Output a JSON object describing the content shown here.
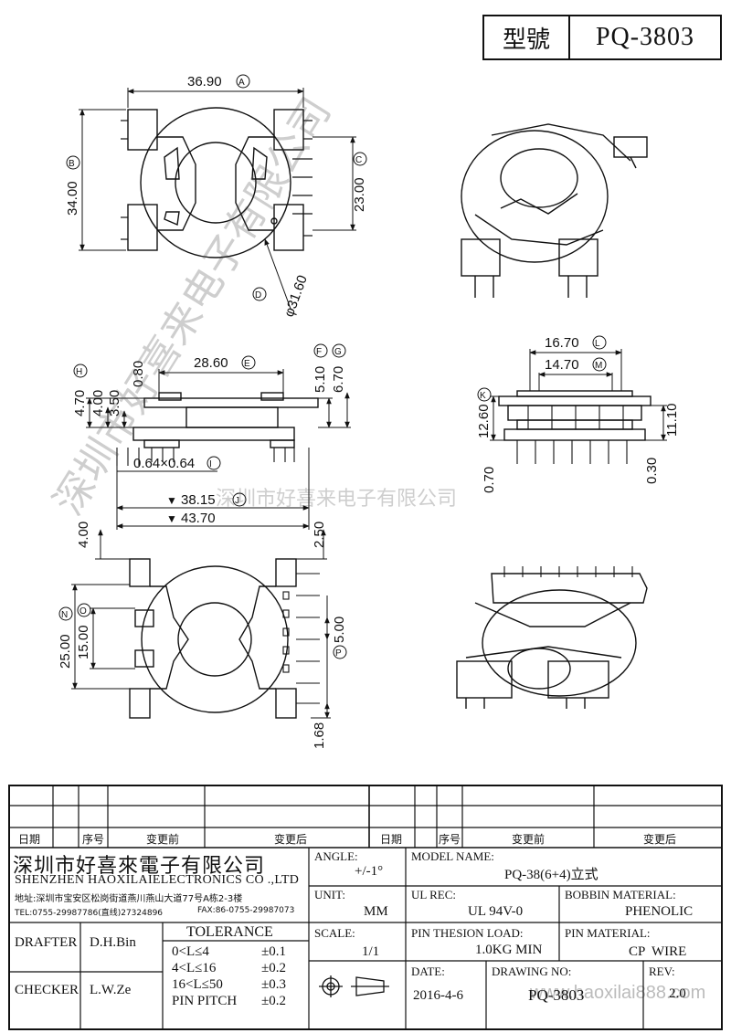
{
  "title_block": {
    "model_label": "型號",
    "model_value": "PQ-3803"
  },
  "dimensions": {
    "top_view": {
      "width": "36.90",
      "width_tag": "A",
      "height": "34.00",
      "height_tag": "B",
      "inner": "23.00",
      "inner_tag": "C",
      "hole": "φ31.60",
      "hole_tag": "D"
    },
    "side_view": {
      "e": "28.60",
      "e_tag": "E",
      "f": "5.10",
      "f_tag": "F",
      "g": "6.70",
      "g_tag": "G",
      "h": "4.70",
      "h_tag": "H",
      "a1": "4.00",
      "a2": "3.50",
      "a3": "0.80",
      "pin": "0.64×0.64",
      "pin_tag": "I",
      "j": "38.15",
      "j_tag": "J",
      "k_total": "43.70",
      "left_gap": "4.00",
      "right_gap": "2.50"
    },
    "end_view": {
      "l": "16.70",
      "l_tag": "L",
      "m": "14.70",
      "m_tag": "M",
      "k": "12.60",
      "k_tag": "K",
      "r": "11.10",
      "b1": "0.70",
      "b2": "0.30"
    },
    "bottom_view": {
      "n": "25.00",
      "n_tag": "N",
      "o": "15.00",
      "o_tag": "O",
      "p": "5.00",
      "p_tag": "P",
      "q": "1.68"
    }
  },
  "watermark": {
    "vertical": "深圳市好喜来电子有限公司",
    "horizontal": "深圳市好喜来电子有限公司",
    "bottom": "www.haoxilai888.com"
  },
  "revision_table": {
    "headers": [
      "日期",
      "序号",
      "变更前",
      "变更后",
      "日期",
      "序号",
      "变更前",
      "变更后"
    ]
  },
  "company": {
    "name_cn": "深圳市好喜來電子有限公司",
    "name_en": "SHENZHEN HAOXILAIELECTRONICS CO .,LTD",
    "address": "地址:深圳市宝安区松岗街道燕川燕山大道77号A栋2-3楼",
    "tel": "TEL:0755-29987786(直线)27324896",
    "fax": "FAX:86-0755-29987073"
  },
  "fields": {
    "angle_label": "ANGLE:",
    "angle_value": "+/-1°",
    "model_name_label": "MODEL NAME:",
    "model_name_value": "PQ-38(6+4)立式",
    "unit_label": "UNIT:",
    "unit_value": "MM",
    "ul_label": "UL REC:",
    "ul_value": "UL 94V-0",
    "bobbin_label": "BOBBIN MATERIAL:",
    "bobbin_value": "PHENOLIC",
    "scale_label": "SCALE:",
    "scale_value": "1/1",
    "pin_load_label": "PIN THESION LOAD:",
    "pin_load_value": "1.0KG MIN",
    "pin_material_label": "PIN MATERIAL:",
    "pin_material_value": "CP  WIRE",
    "date_label": "DATE:",
    "date_value": "2016-4-6",
    "drawing_no_label": "DRAWING NO:",
    "drawing_no_value": "PQ-3803",
    "rev_label": "REV:",
    "rev_value": "2.0"
  },
  "people": {
    "drafter_label": "DRAFTER",
    "drafter_value": "D.H.Bin",
    "checker_label": "CHECKER",
    "checker_value": "L.W.Ze"
  },
  "tolerance": {
    "title": "TOLERANCE",
    "rows": [
      {
        "range": "0<L≤4",
        "tol": "±0.1"
      },
      {
        "range": "4<L≤16",
        "tol": "±0.2"
      },
      {
        "range": "16<L≤50",
        "tol": "±0.3"
      },
      {
        "range": "PIN PITCH",
        "tol": "±0.2"
      }
    ]
  }
}
